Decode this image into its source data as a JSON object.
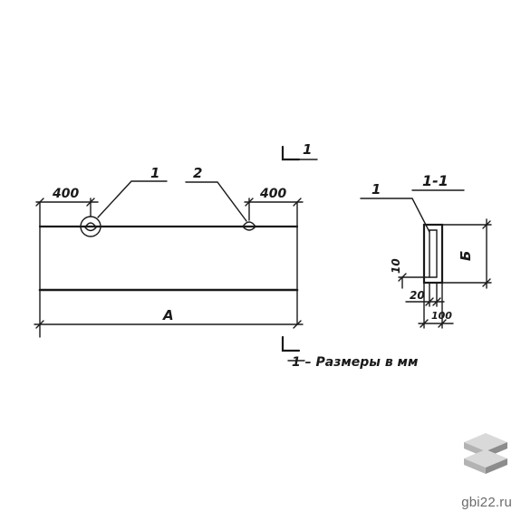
{
  "drawing": {
    "dimensions": {
      "left_offset": "400",
      "right_offset": "400",
      "length": "А",
      "height": "Б",
      "thickness_10": "10",
      "width_20": "20",
      "width_100": "100"
    },
    "callouts": {
      "item_1": "1",
      "item_2": "2",
      "section_cut": "1",
      "section_item": "1"
    },
    "section_title": "1-1",
    "note": "1 – Размеры в мм"
  },
  "watermark": {
    "site": "gbi22.ru"
  },
  "colors": {
    "ink": "#1a1a1a",
    "logo_light": "#d9d9d9",
    "logo_dark": "#8c8c8c",
    "watermark": "#6b6b6b"
  }
}
